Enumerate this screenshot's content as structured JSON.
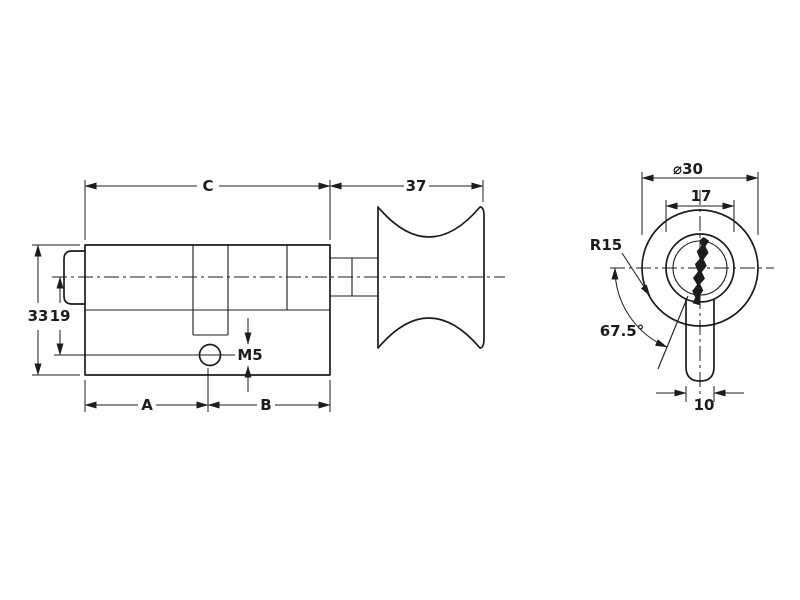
{
  "drawing": {
    "colors": {
      "line": "#1c1c1c",
      "background": "#ffffff"
    },
    "side_view": {
      "dim_c": "C",
      "dim_knob_length": "37",
      "dim_total_height": "33",
      "dim_center_to_hole": "19",
      "screw_label": "M5",
      "dim_a": "A",
      "dim_b": "B"
    },
    "front_view": {
      "dim_knob_diameter": "⌀30",
      "dim_body_diameter": "17",
      "dim_radius": "R15",
      "dim_angle": "67.5°",
      "dim_spine_width": "10"
    }
  }
}
